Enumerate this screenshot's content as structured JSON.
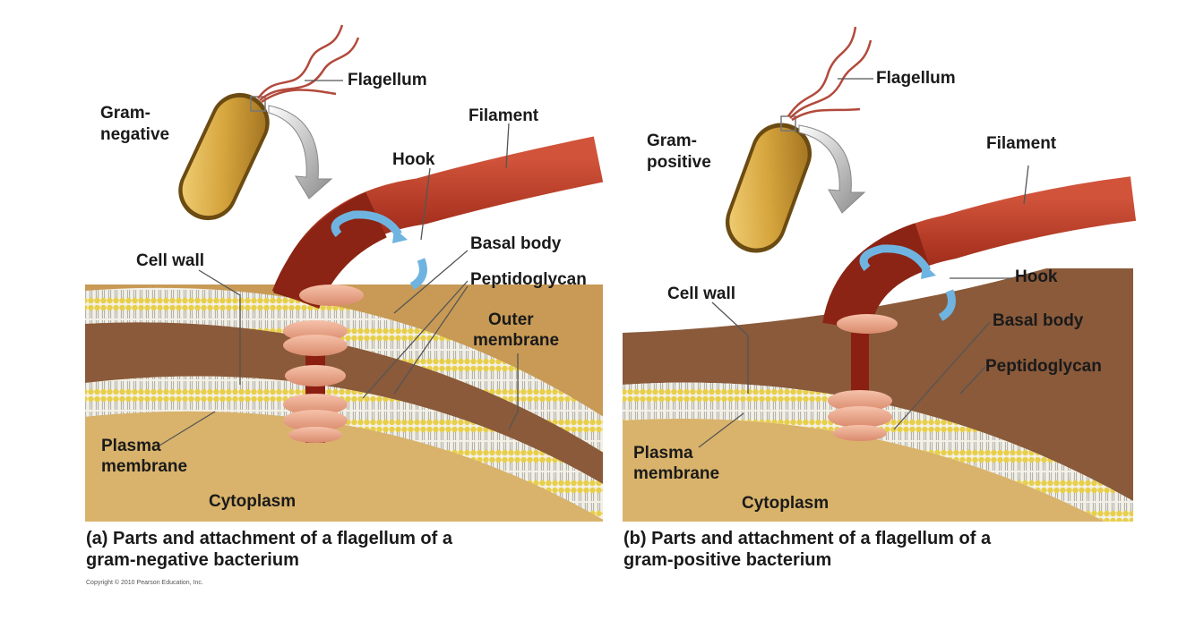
{
  "panel_a": {
    "labels": {
      "flagellum": "Flagellum",
      "gram_line1": "Gram-",
      "gram_line2": "negative",
      "filament": "Filament",
      "hook": "Hook",
      "cell_wall": "Cell wall",
      "basal_body": "Basal body",
      "peptidoglycan": "Peptidoglycan",
      "outer_line1": "Outer",
      "outer_line2": "membrane",
      "plasma_line1": "Plasma",
      "plasma_line2": "membrane",
      "cytoplasm": "Cytoplasm"
    },
    "caption_prefix": "(a)",
    "caption_line1": "Parts and attachment of a flagellum of a",
    "caption_line2": "gram-negative bacterium"
  },
  "panel_b": {
    "labels": {
      "flagellum": "Flagellum",
      "gram_line1": "Gram-",
      "gram_line2": "positive",
      "filament": "Filament",
      "hook": "Hook",
      "cell_wall": "Cell wall",
      "basal_body": "Basal body",
      "peptidoglycan": "Peptidoglycan",
      "plasma_line1": "Plasma",
      "plasma_line2": "membrane",
      "cytoplasm": "Cytoplasm"
    },
    "caption_prefix": "(b)",
    "caption_line1": "Parts and attachment of a flagellum of a",
    "caption_line2": "gram-positive bacterium"
  },
  "copyright": "Copyright © 2010 Pearson Education, Inc.",
  "colors": {
    "filament": "#a8321f",
    "cytoplasm": "#d9b36b",
    "periplasm": "#8a5a3a",
    "membrane_head": "#e8cf4a",
    "basal_ring": "#e9a58a",
    "rotation_arrow": "#6fb4e0",
    "cell_body": "#d6a53d"
  }
}
